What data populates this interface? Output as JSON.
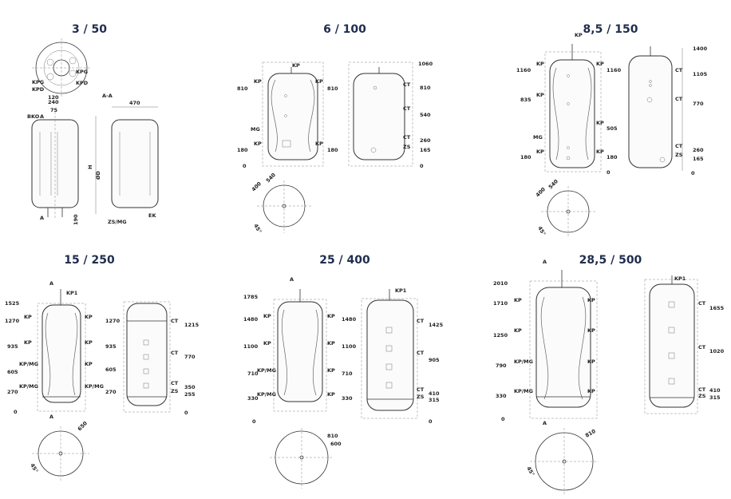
{
  "tanks": [
    {
      "title": "3 / 50"
    },
    {
      "title": "6 / 100",
      "left_dims": [
        "810",
        "180",
        "0"
      ],
      "right_dims": [
        "1060",
        "810",
        "540",
        "260",
        "165",
        "0"
      ],
      "left_labels": [
        "KP",
        "MG",
        "KP"
      ],
      "right_labels": [
        "CT",
        "CT",
        "CT",
        "ZS"
      ],
      "top_label": "KP",
      "plan_dims": [
        "540",
        "400",
        "45°"
      ]
    },
    {
      "title": "8,5 / 150",
      "left_dims": [
        "1160",
        "835",
        "180"
      ],
      "left_dims_b": [
        "1160",
        "505",
        "180",
        "0"
      ],
      "right_dims": [
        "1400",
        "1105",
        "770",
        "260",
        "165",
        "0"
      ],
      "left_labels": [
        "KP",
        "KP",
        "MG",
        "KP"
      ],
      "right_labels": [
        "CT",
        "CT",
        "CT",
        "ZS"
      ],
      "top_label": "KP",
      "plan_dims": [
        "540",
        "400",
        "45°"
      ]
    },
    {
      "title": "15 / 250",
      "left_dims": [
        "1525",
        "1270",
        "935",
        "605",
        "270",
        "0"
      ],
      "mid_dims": [
        "1270",
        "935",
        "605",
        "270"
      ],
      "right_dims": [
        "1215",
        "770",
        "350",
        "255",
        "0"
      ],
      "left_labels": [
        "KP",
        "KP",
        "KP/MG",
        "KP/MG"
      ],
      "right_labels": [
        "CT",
        "CT",
        "CT",
        "ZS"
      ],
      "top_label": "KP1",
      "section": "A",
      "plan_dims": [
        "650",
        "45°"
      ]
    },
    {
      "title": "25 / 400",
      "left_dims": [
        "1785",
        "1480",
        "1100",
        "710",
        "330",
        "0"
      ],
      "mid_dims": [
        "1480",
        "1100",
        "710",
        "330"
      ],
      "right_dims": [
        "1425",
        "905",
        "410",
        "315",
        "0"
      ],
      "left_labels": [
        "KP",
        "KP",
        "KP/MG",
        "KP/MG"
      ],
      "right_labels": [
        "CT",
        "CT",
        "CT",
        "ZS"
      ],
      "top_label": "KP1",
      "section": "A",
      "plan_dims": [
        "810",
        "600"
      ]
    },
    {
      "title": "28,5 / 500",
      "left_dims": [
        "2010",
        "1710",
        "1250",
        "790",
        "330",
        "0"
      ],
      "right_dims": [
        "1655",
        "1020",
        "410",
        "315"
      ],
      "left_labels": [
        "KP",
        "KP",
        "KP/MG",
        "KP/MG"
      ],
      "mid_labels": [
        "KP",
        "KP",
        "KP",
        "KP"
      ],
      "right_labels": [
        "CT",
        "CT",
        "CT",
        "ZS"
      ],
      "top_label": "KP1",
      "section": "A",
      "plan_dims": [
        "810",
        "45°"
      ]
    }
  ],
  "small": {
    "labels": [
      "KPG",
      "KPD",
      "KPG",
      "KPD",
      "BKO",
      "A",
      "A",
      "ZS/MG",
      "EK",
      "A-A"
    ],
    "dims": [
      "470",
      "ØD",
      "H",
      "75",
      "120",
      "240",
      "190"
    ]
  }
}
